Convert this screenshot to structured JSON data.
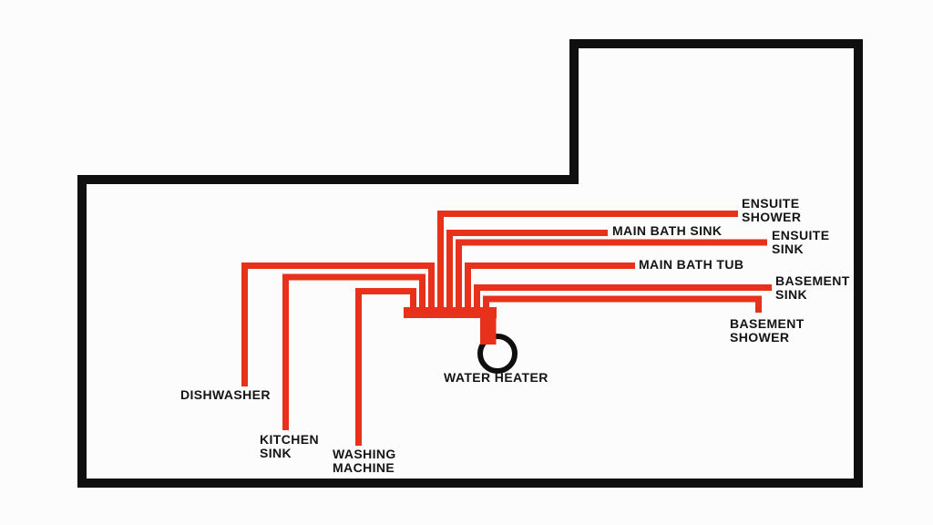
{
  "diagram": {
    "description_labels_only": "hot water pipe layout diagram"
  },
  "colors": {
    "pipe": "#e8311a",
    "wall": "#0f0f0f",
    "text": "#141414"
  },
  "water_heater": {
    "label": "WATER HEATER"
  },
  "fixtures": {
    "ensuite_shower": {
      "label": "ENSUITE\nSHOWER"
    },
    "main_bath_sink": {
      "label": "MAIN BATH SINK"
    },
    "ensuite_sink": {
      "label": "ENSUITE\nSINK"
    },
    "main_bath_tub": {
      "label": "MAIN BATH TUB"
    },
    "basement_sink": {
      "label": "BASEMENT\nSINK"
    },
    "basement_shower": {
      "label": "BASEMENT\nSHOWER"
    },
    "dishwasher": {
      "label": "DISHWASHER"
    },
    "kitchen_sink": {
      "label": "KITCHEN\nSINK"
    },
    "washing_machine": {
      "label": "WASHING\nMACHINE"
    }
  }
}
